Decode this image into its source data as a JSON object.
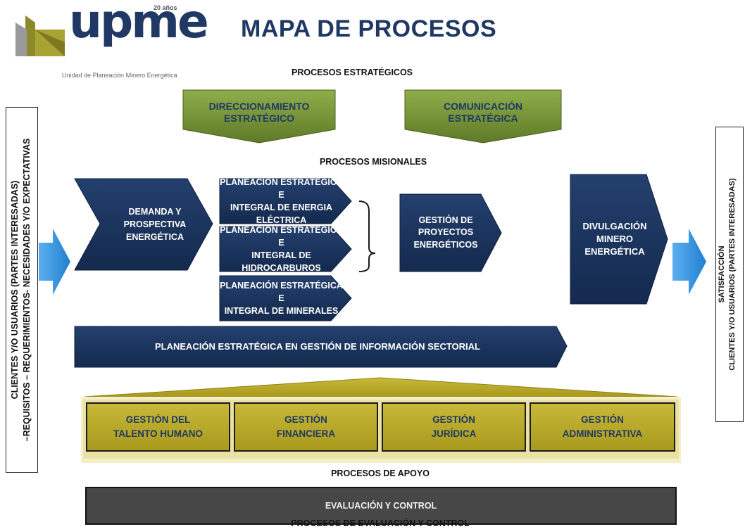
{
  "logo": {
    "wordmark": "upme",
    "anniversary": "20 años",
    "subtitle": "Unidad de Planeación Minero Energética"
  },
  "title": "MAPA DE PROCESOS",
  "colors": {
    "navy": "#1f3864",
    "green": "#76923c",
    "gold": "#c0b028",
    "arrow_blue": "#2f8fd8",
    "control_gray": "#4a4a4a"
  },
  "strategic": {
    "heading": "PROCESOS ESTRATÉGICOS",
    "items": [
      "DIRECCIONAMIENTO\nESTRATÉGICO",
      "COMUNICACIÓN\nESTRATÉGICA"
    ]
  },
  "missional": {
    "heading": "PROCESOS MISIONALES",
    "demanda": "DEMANDA Y\nPROSPECTIVA\nENERGÉTICA",
    "planeacion": [
      "PLANEACIÓN ESTRATÉGICA E\nINTEGRAL DE ENERGIA ELÉCTRICA",
      "PLANEACIÓN ESTRATÉGICA E\nINTEGRAL DE HIDROCARBUROS",
      "PLANEACIÓN ESTRATÉGICA E\nINTEGRAL DE MINERALES"
    ],
    "gestion_proyectos": "GESTIÓN DE\nPROYECTOS\nENERGÉTICOS",
    "divulgacion": "DIVULGACIÓN\nMINERO\nENERGÉTICA",
    "informacion": "PLANEACIÓN ESTRATÉGICA EN GESTIÓN DE INFORMACIÓN SECTORIAL"
  },
  "support": {
    "heading": "PROCESOS DE APOYO",
    "items": [
      "GESTIÓN DEL\nTALENTO HUMANO",
      "GESTIÓN\nFINANCIERA",
      "GESTIÓN\nJURÍDICA",
      "GESTIÓN\nADMINISTRATIVA"
    ]
  },
  "control": {
    "label": "EVALUACIÓN Y CONTROL",
    "heading": "PROCESOS DE EVALUACIÓN Y CONTROL"
  },
  "left_panel": "CLIENTES Y/O USUARIOS (PARTES INTERESADAS)\n–REQUISITOS – REQUERIMIENTOS- NECESIDADES Y/O EXPECTATIVAS",
  "right_panel": "SATISFACCIÓN\nCLIENTES Y/O USUARIOS (PARTES INTERESADAS)"
}
